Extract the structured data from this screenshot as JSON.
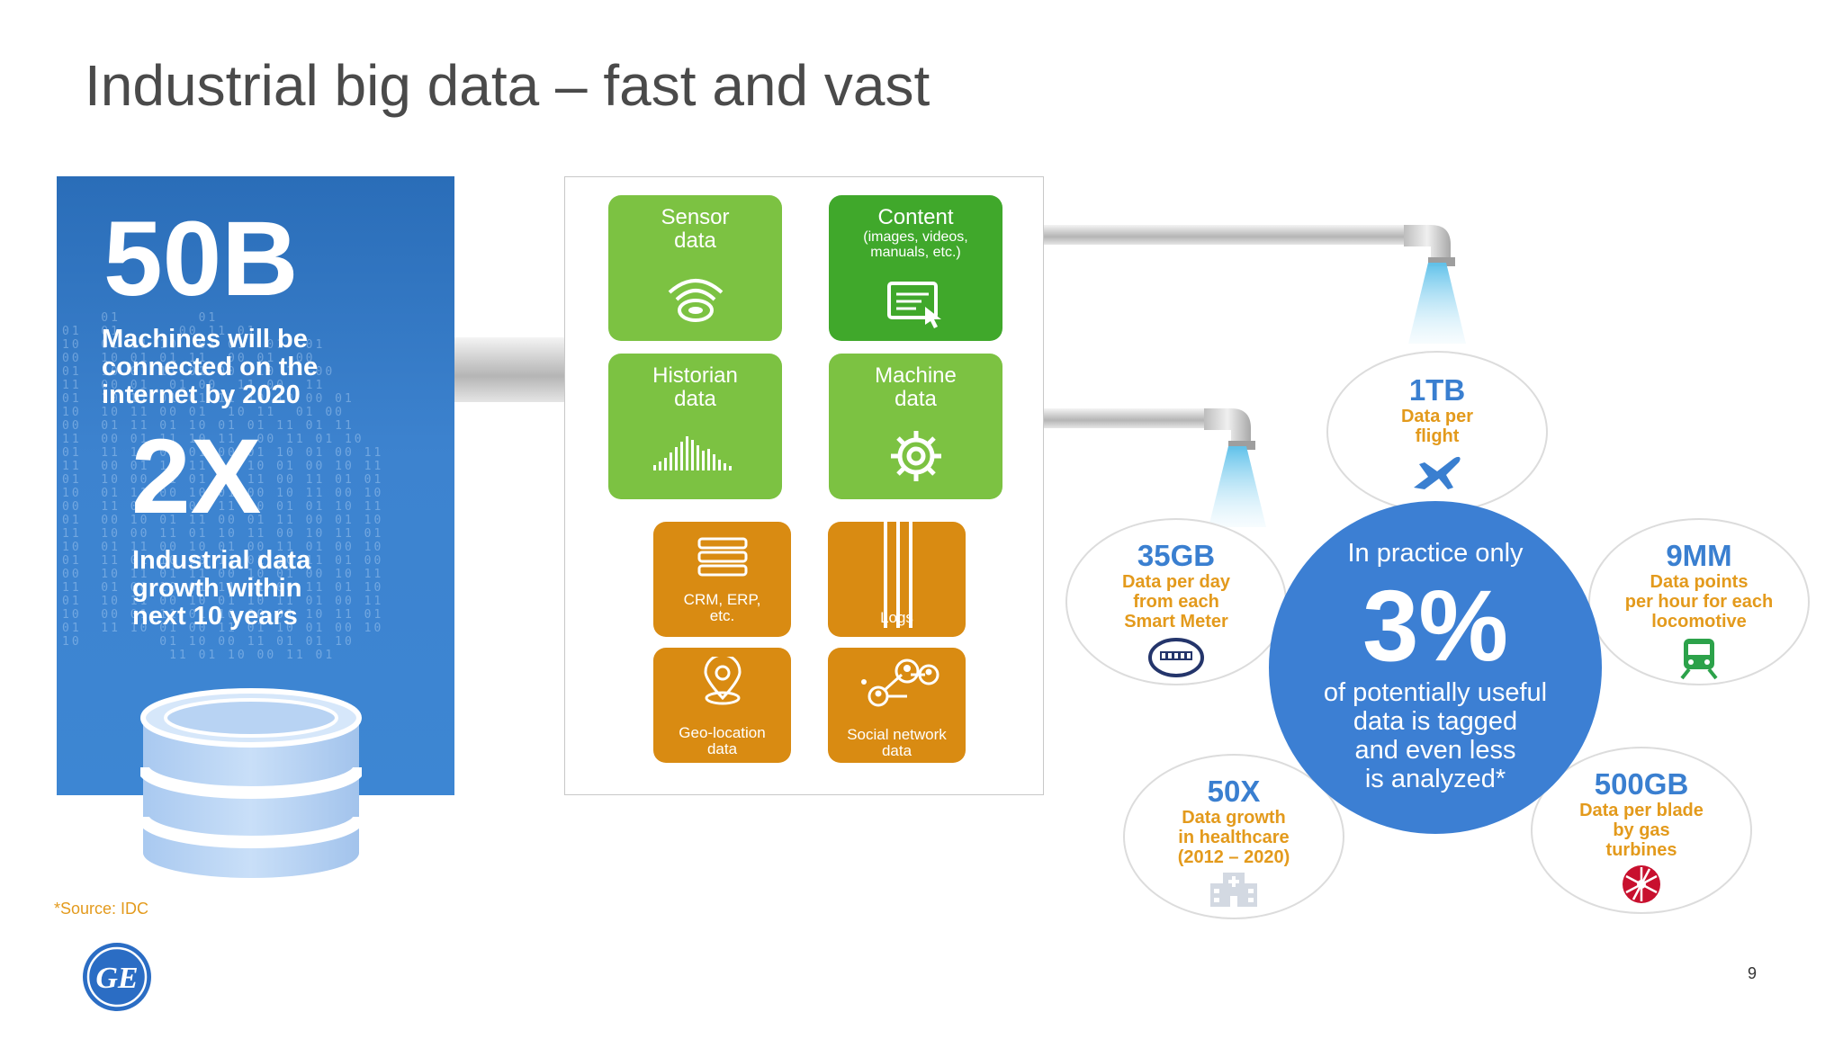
{
  "title": "Industrial big data – fast and vast",
  "left_panel": {
    "stat1_value": "50B",
    "stat1_desc_lines": [
      "Machines will be",
      "connected on the",
      "internet by 2020"
    ],
    "stat2_value": "2X",
    "stat2_desc_lines": [
      "Industrial data",
      "growth within",
      "next 10 years"
    ]
  },
  "sources": {
    "sensor": {
      "title_lines": [
        "Sensor",
        "data"
      ]
    },
    "content": {
      "title": "Content",
      "sub_lines": [
        "(images, videos,",
        "manuals, etc.)"
      ]
    },
    "historian": {
      "title_lines": [
        "Historian",
        "data"
      ]
    },
    "machine": {
      "title_lines": [
        "Machine",
        "data"
      ]
    },
    "crm": {
      "label_lines": [
        "CRM, ERP,",
        "etc."
      ]
    },
    "logs": {
      "label": "Logs"
    },
    "geo": {
      "label_lines": [
        "Geo-location",
        "data"
      ]
    },
    "social": {
      "label_lines": [
        "Social network",
        "data"
      ]
    }
  },
  "center_stat": {
    "lead": "In practice only",
    "value": "3%",
    "desc_lines": [
      "of potentially useful",
      "data is tagged",
      "and even less",
      "is analyzed*"
    ]
  },
  "facts": [
    {
      "value": "1TB",
      "label_lines": [
        "Data per",
        "flight"
      ],
      "icon": "airplane-icon"
    },
    {
      "value": "35GB",
      "label_lines": [
        "Data per day",
        "from each",
        "Smart Meter"
      ],
      "icon": "smart-meter-icon"
    },
    {
      "value": "9MM",
      "label_lines": [
        "Data points",
        "per hour for each",
        "locomotive"
      ],
      "icon": "locomotive-icon"
    },
    {
      "value": "50X",
      "label_lines": [
        "Data growth",
        "in healthcare",
        "(2012 – 2020)"
      ],
      "icon": "hospital-icon"
    },
    {
      "value": "500GB",
      "label_lines": [
        "Data per blade",
        "by gas",
        "turbines"
      ],
      "icon": "turbine-icon"
    }
  ],
  "footer": {
    "source": "*Source: IDC",
    "page_number": "9",
    "logo_text": "GE"
  },
  "colors": {
    "blue_panel": "#2f74c2",
    "green": "#7cc242",
    "dark_green": "#40a82b",
    "orange": "#d98b12",
    "fact_number": "#3a7fd0",
    "fact_label": "#e39a1c",
    "big_circle": "#3c7fd3"
  }
}
